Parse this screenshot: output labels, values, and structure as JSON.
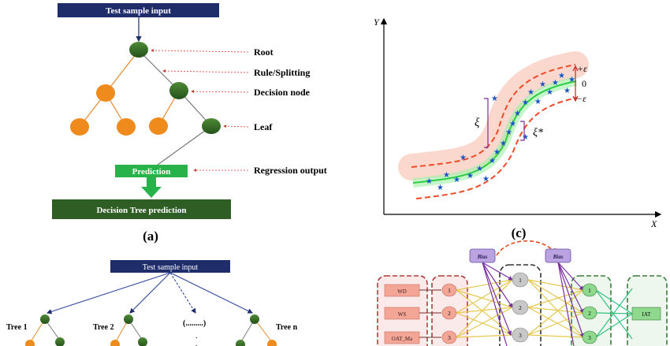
{
  "panel_a": {
    "input_label": "Test sample input",
    "annotations": {
      "root": "Root",
      "rule": "Rule/Splitting",
      "decision_node": "Decision node",
      "leaf": "Leaf",
      "regression_output": "Regression output"
    },
    "prediction_label": "Prediction",
    "final_label": "Decision Tree prediction",
    "caption": "(a)",
    "colors": {
      "navy": "#1f2d6b",
      "dark_green": "#2e6b1f",
      "orange": "#ef8a1d",
      "green": "#27b24a",
      "forest": "#2f5e24"
    }
  },
  "panel_b": {
    "input_label": "Test sample input",
    "tree_labels": [
      "Tree 1",
      "Tree 2",
      "(.........)",
      "Tree n"
    ]
  },
  "panel_c": {
    "y_axis_label": "Y",
    "x_axis_label": "X",
    "band_labels": {
      "plus_eps": "+ε",
      "zero": "0",
      "minus_eps": "−ε"
    },
    "slack_labels": {
      "xi": "ξ",
      "xi_star": "ξ*"
    },
    "caption": "(c)",
    "colors": {
      "band": "#f04b27",
      "center": "#2ecc40",
      "points": "#1a55c8"
    }
  },
  "panel_d": {
    "bias_labels": [
      "Bias",
      "Bias"
    ],
    "input_labels": [
      "WD",
      "WS",
      "OAT_Ma"
    ],
    "input_node_labels": [
      "1",
      "2",
      "3"
    ],
    "hidden1_node_labels": [
      "1",
      "2",
      "3"
    ],
    "hidden2_node_labels": [
      "1",
      "2",
      "3"
    ],
    "output_label": "IAT"
  }
}
